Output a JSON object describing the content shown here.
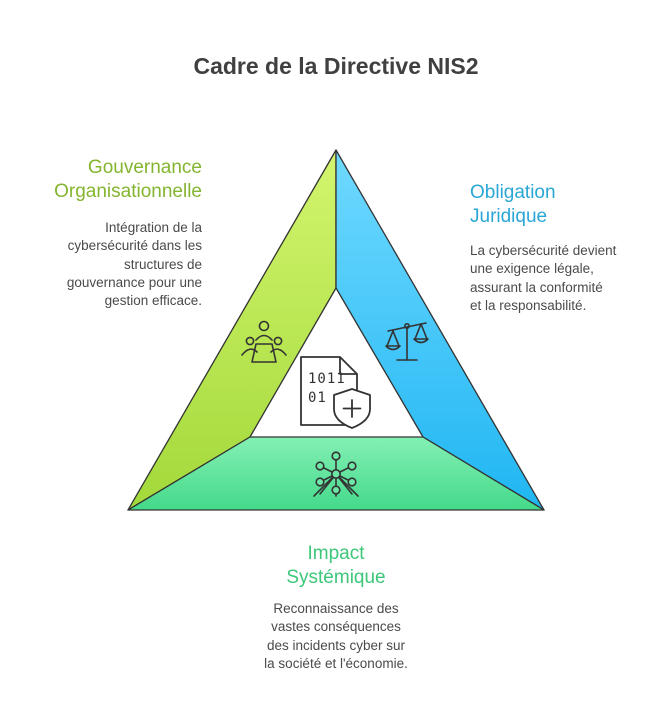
{
  "title": "Cadre de la Directive NIS2",
  "sections": {
    "gouvernance": {
      "heading_line1": "Gouvernance",
      "heading_line2": "Organisationnelle",
      "text_lines": [
        "Intégration de la",
        "cybersécurité dans les",
        "structures de",
        "gouvernance pour une",
        "gestion efficace."
      ],
      "icon": "meeting-people-icon"
    },
    "obligation": {
      "heading_line1": "Obligation",
      "heading_line2": "Juridique",
      "text_lines": [
        "La cybersécurité devient",
        "une exigence légale,",
        "assurant la conformité",
        "et la responsabilité."
      ],
      "icon": "scales-icon"
    },
    "impact": {
      "heading_line1": "Impact",
      "heading_line2": "Systémique",
      "text_lines": [
        "Reconnaissance des",
        "vastes conséquences",
        "des incidents cyber sur",
        "la société et l'économie."
      ],
      "icon": "atomium-icon"
    }
  },
  "center_icon": "binary-file-shield-icon",
  "center_icon_digits": [
    "1011",
    "01"
  ],
  "colors": {
    "title": "#404040",
    "gouvernance": "#84b530",
    "obligation": "#2aa6d6",
    "impact": "#3cc779",
    "text": "#4a4a4a",
    "outline": "#333333"
  }
}
